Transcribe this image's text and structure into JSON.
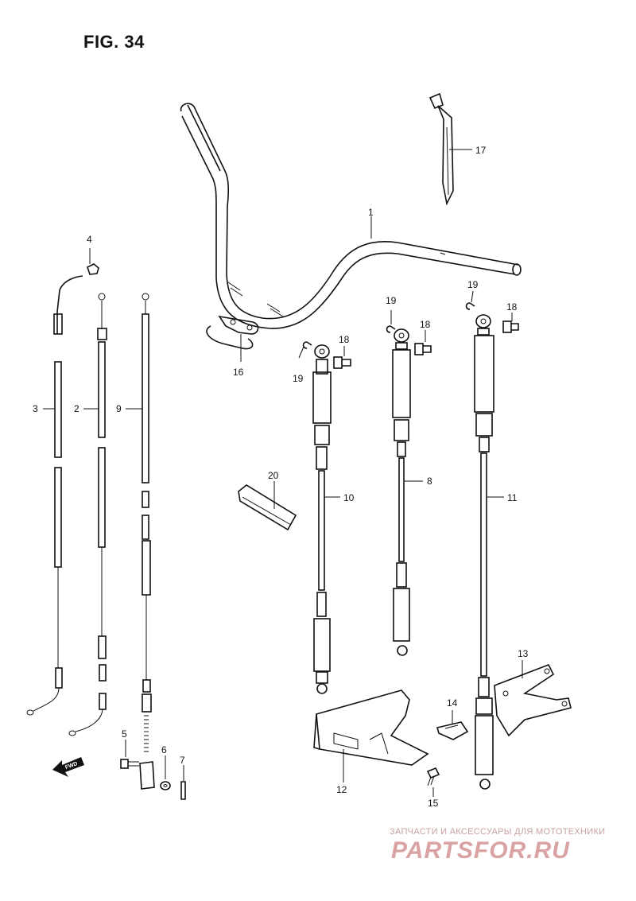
{
  "figure": {
    "title": "FIG. 34"
  },
  "callouts": {
    "c1": "1",
    "c2": "2",
    "c3": "3",
    "c4": "4",
    "c5": "5",
    "c6": "6",
    "c7": "7",
    "c8": "8",
    "c9": "9",
    "c10": "10",
    "c11": "11",
    "c12": "12",
    "c13": "13",
    "c14": "14",
    "c15": "15",
    "c16": "16",
    "c17": "17",
    "c18a": "18",
    "c18b": "18",
    "c18c": "18",
    "c19a": "19",
    "c19b": "19",
    "c19c": "19",
    "c20": "20"
  },
  "fwd_arrow": {
    "label": "FWD"
  },
  "watermark": {
    "subtitle": "ЗАПЧАСТИ И АКСЕССУАРЫ ДЛЯ МОТОТЕХНИКИ",
    "logo": "PARTSFOR.RU"
  },
  "colors": {
    "line": "#111111",
    "watermark": "#d9a3a3",
    "background": "#ffffff"
  }
}
